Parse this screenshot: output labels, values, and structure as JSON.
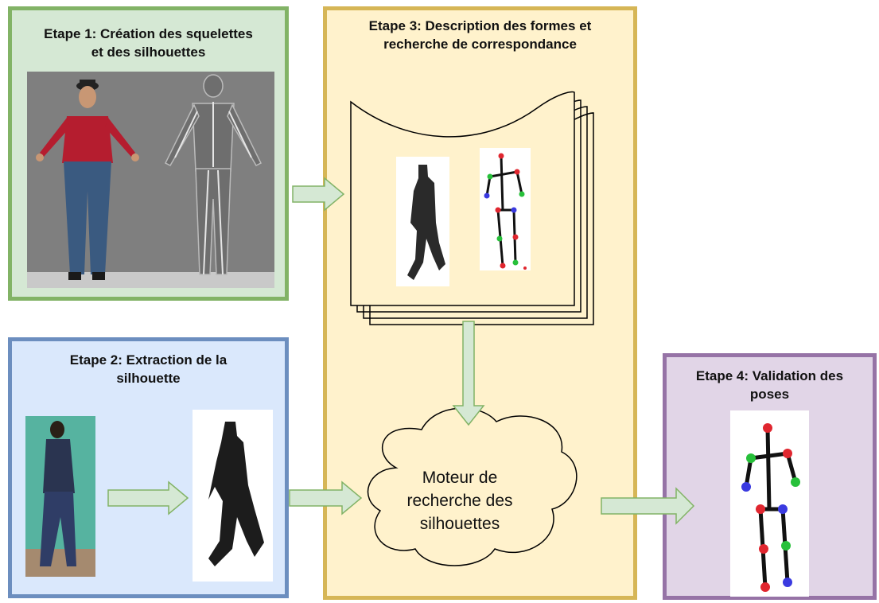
{
  "stages": {
    "stage1": {
      "title": "Etape 1: Création des squelettes\net des silhouettes"
    },
    "stage2": {
      "title": "Etape 2: Extraction de la\nsilhouette"
    },
    "stage3": {
      "title": "Etape 3: Description des formes et\nrecherche de correspondance"
    },
    "stage4": {
      "title": "Etape 4: Validation des\nposes"
    }
  },
  "cloud": {
    "label": "Moteur de\nrecherche des\nsilhouettes"
  },
  "colors": {
    "stage1_fill": "#d5e8d4",
    "stage1_border": "#82b366",
    "stage2_fill": "#dae8fc",
    "stage2_border": "#6c8ebf",
    "stage3_fill": "#fff2cc",
    "stage3_border": "#d6b656",
    "stage4_fill": "#e1d5e7",
    "stage4_border": "#9673a6",
    "arrow_fill": "#d5e8d4",
    "arrow_stroke": "#82b366",
    "cloud_fill": "#fff2cc"
  }
}
